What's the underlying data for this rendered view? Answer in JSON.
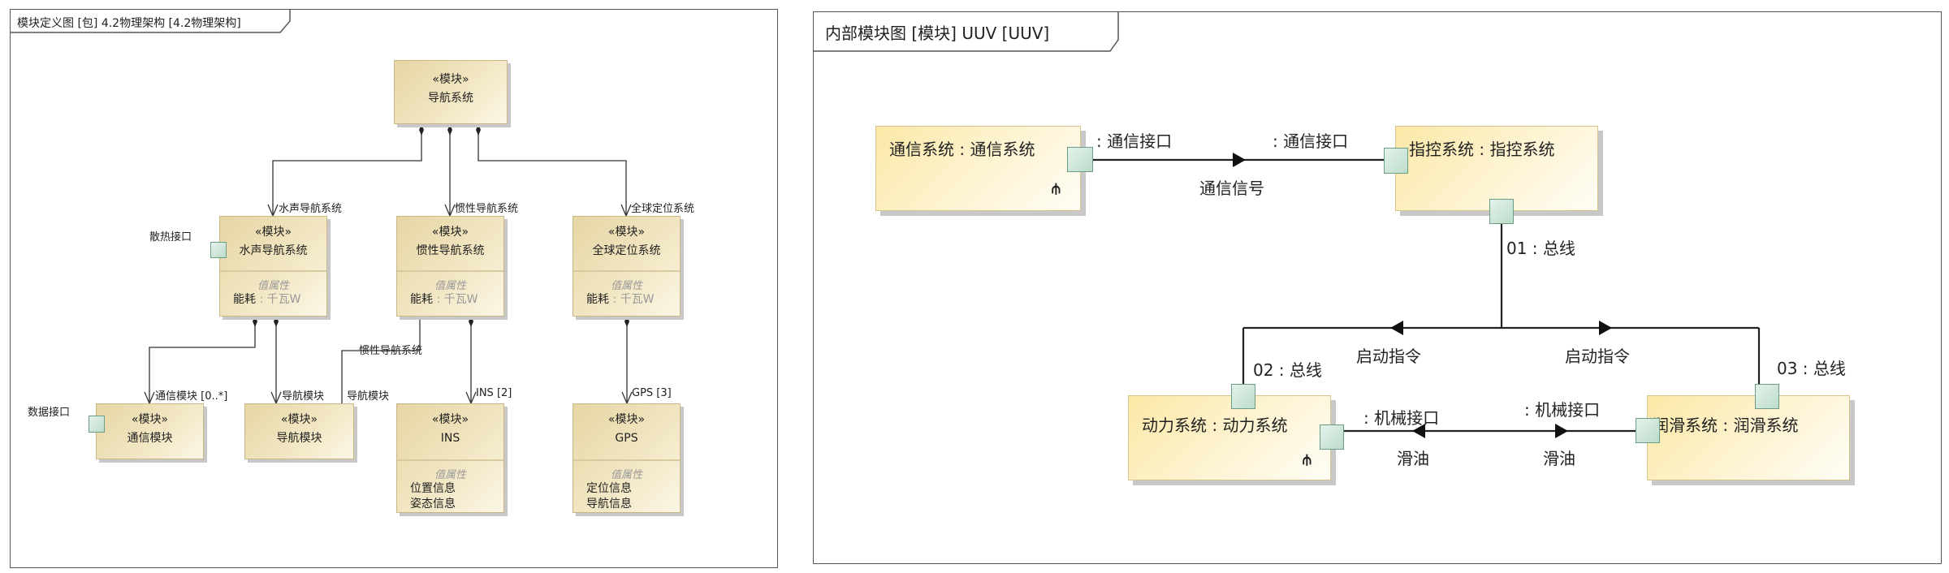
{
  "bdd": {
    "title": "模块定义图 [包] 4.2物理架构 [4.2物理架构]",
    "stereotype": "«模块»",
    "compartment_title": "值属性",
    "blocks": {
      "nav_system": {
        "name": "导航系统"
      },
      "acoustic": {
        "name": "水声导航系统",
        "props": [
          {
            "name": "能耗",
            "type": " : 千瓦W"
          }
        ]
      },
      "inertial": {
        "name": "惯性导航系统",
        "props": [
          {
            "name": "能耗",
            "type": " : 千瓦W"
          }
        ]
      },
      "gnss": {
        "name": "全球定位系统",
        "props": [
          {
            "name": "能耗",
            "type": " : 千瓦W"
          }
        ]
      },
      "comm_module": {
        "name": "通信模块"
      },
      "nav_module": {
        "name": "导航模块"
      },
      "ins": {
        "name": "INS",
        "props": [
          "位置信息",
          "姿态信息"
        ]
      },
      "gps": {
        "name": "GPS",
        "props": [
          "定位信息",
          "导航信息"
        ]
      }
    },
    "role_labels": {
      "acoustic": "水声导航系统",
      "inertial": "惯性导航系统",
      "gnss": "全球定位系统",
      "comm_module": "通信模块 [0..*]",
      "nav_module_1": "导航模块",
      "nav_module_2": "导航模块",
      "inertial_2": "惯性导航系统",
      "ins": "INS [2]",
      "gps": "GPS [3]"
    },
    "ports": {
      "heat": "散热接口",
      "data": "数据接口"
    }
  },
  "ibd": {
    "title": "内部模块图 [模块] UUV [UUV]",
    "parts": {
      "comm": "通信系统 : 通信系统",
      "command": "指控系统 : 指控系统",
      "power": "动力系统 : 动力系统",
      "lube": "润滑系统 : 润滑系统"
    },
    "labels": {
      "comm_port_a": ":  通信接口",
      "comm_port_b": ":  通信接口",
      "comm_flow": "通信信号",
      "bus01": "01 :  总线",
      "bus02": "02 :  总线",
      "bus03": "03 :  总线",
      "start_left": "启动指令",
      "start_right": "启动指令",
      "mech_port_a": ":  机械接口",
      "mech_port_b": ":  机械接口",
      "oil_left": "滑油",
      "oil_right": "滑油"
    }
  }
}
